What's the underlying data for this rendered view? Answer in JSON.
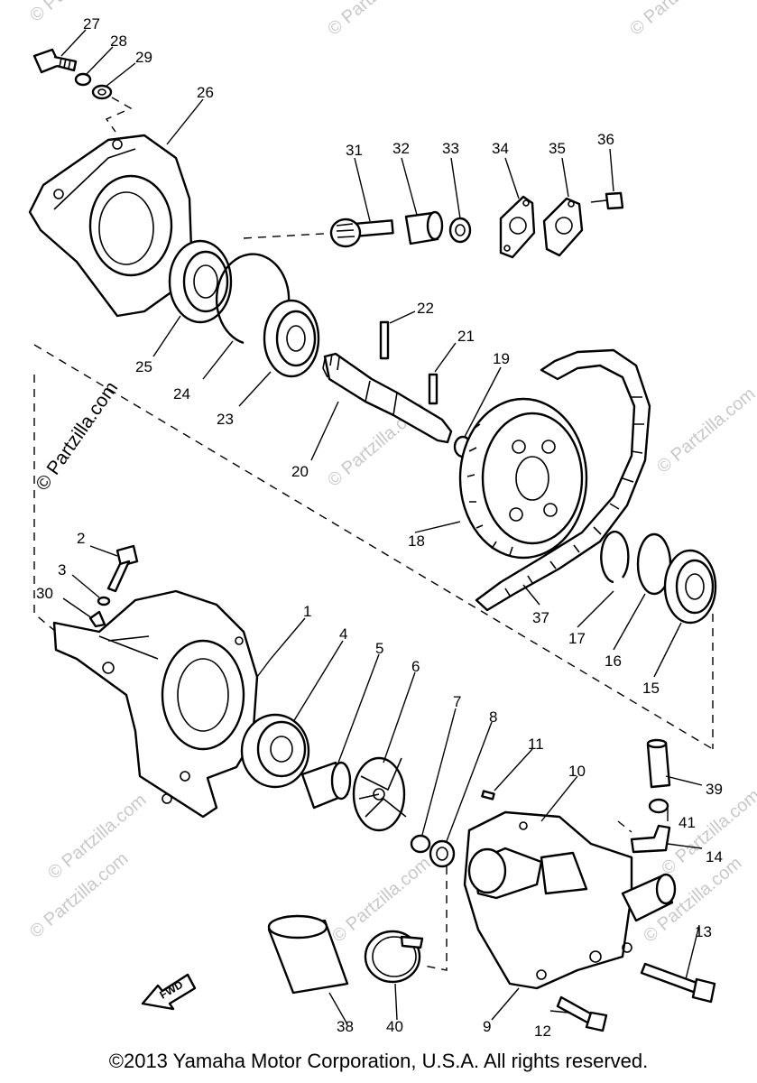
{
  "watermark": "© Partzilla.com",
  "watermark_side": "© Partzilla.com",
  "fwd_label": "FWD",
  "footer": "©2013 Yamaha Motor Corporation, U.S.A. All rights reserved.",
  "labels": {
    "p1": "1",
    "p2": "2",
    "p3": "3",
    "p4": "4",
    "p5": "5",
    "p6": "6",
    "p7": "7",
    "p8": "8",
    "p9": "9",
    "p10": "10",
    "p11": "11",
    "p12": "12",
    "p13": "13",
    "p14": "14",
    "p15": "15",
    "p16": "16",
    "p17": "17",
    "p18": "18",
    "p19": "19",
    "p20": "20",
    "p21": "21",
    "p22": "22",
    "p23": "23",
    "p24": "24",
    "p25": "25",
    "p26": "26",
    "p27": "27",
    "p28": "28",
    "p29": "29",
    "p30": "30",
    "p31": "31",
    "p32": "32",
    "p33": "33",
    "p34": "34",
    "p35": "35",
    "p36": "36",
    "p37": "37",
    "p38": "38",
    "p39": "39",
    "p40": "40",
    "p41": "41"
  }
}
